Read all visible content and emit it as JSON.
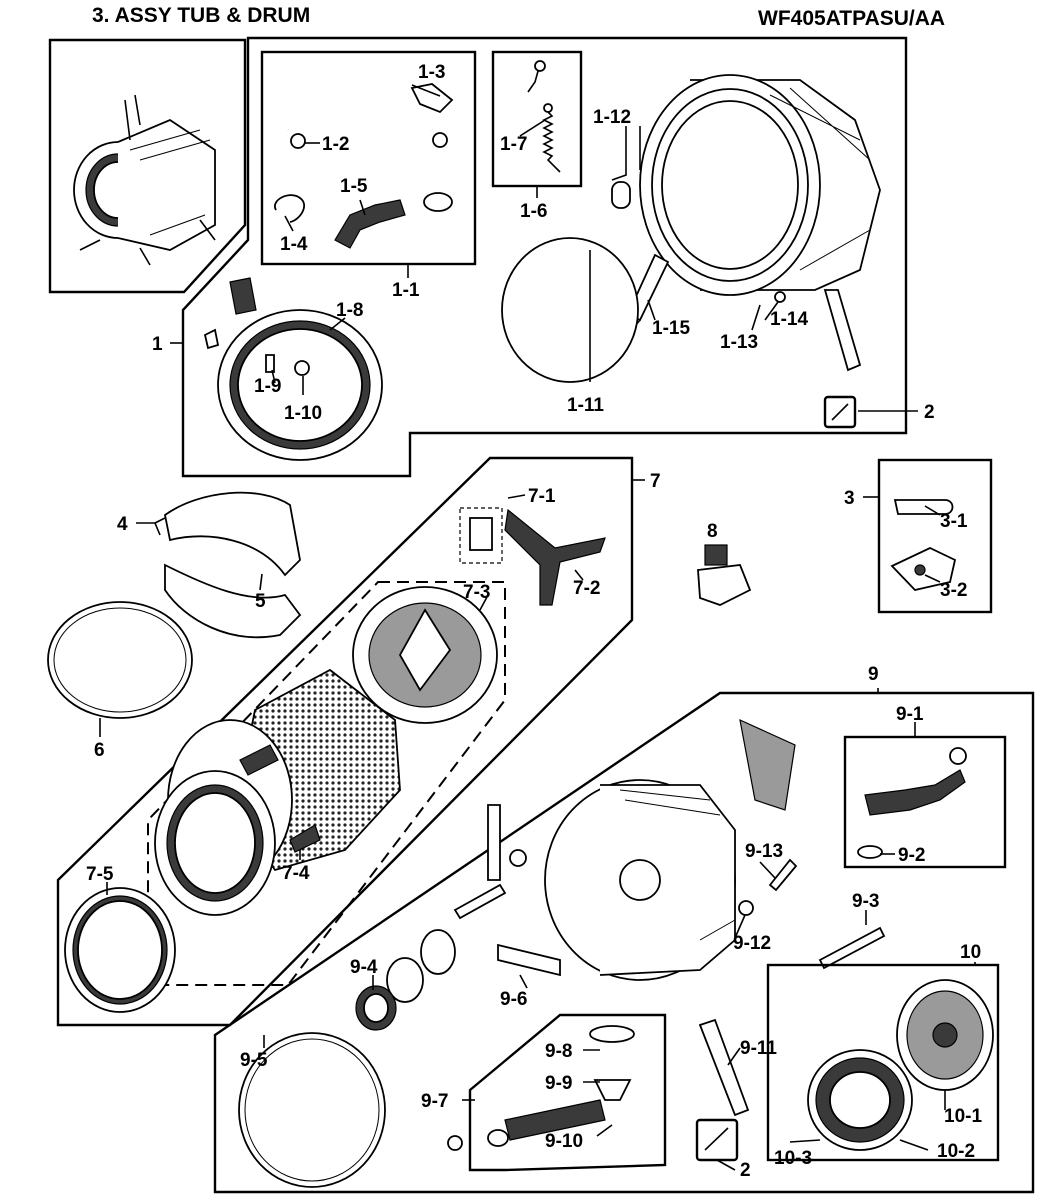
{
  "title": "3. ASSY  TUB & DRUM",
  "model": "WF405ATPASU/AA",
  "labels": {
    "l1": "1",
    "l1_1": "1-1",
    "l1_2": "1-2",
    "l1_3": "1-3",
    "l1_4": "1-4",
    "l1_5": "1-5",
    "l1_6": "1-6",
    "l1_7": "1-7",
    "l1_8": "1-8",
    "l1_9": "1-9",
    "l1_10": "1-10",
    "l1_11": "1-11",
    "l1_12": "1-12",
    "l1_13": "1-13",
    "l1_14": "1-14",
    "l1_15": "1-15",
    "l2a": "2",
    "l2b": "2",
    "l3": "3",
    "l3_1": "3-1",
    "l3_2": "3-2",
    "l4": "4",
    "l5": "5",
    "l6": "6",
    "l7": "7",
    "l7_1": "7-1",
    "l7_2": "7-2",
    "l7_3": "7-3",
    "l7_4": "7-4",
    "l7_5": "7-5",
    "l8": "8",
    "l9": "9",
    "l9_1": "9-1",
    "l9_2": "9-2",
    "l9_3": "9-3",
    "l9_4": "9-4",
    "l9_5": "9-5",
    "l9_6": "9-6",
    "l9_7": "9-7",
    "l9_8": "9-8",
    "l9_9": "9-9",
    "l9_10": "9-10",
    "l9_11": "9-11",
    "l9_12": "9-12",
    "l9_13": "9-13",
    "l10": "10",
    "l10_1": "10-1",
    "l10_2": "10-2",
    "l10_3": "10-3"
  }
}
